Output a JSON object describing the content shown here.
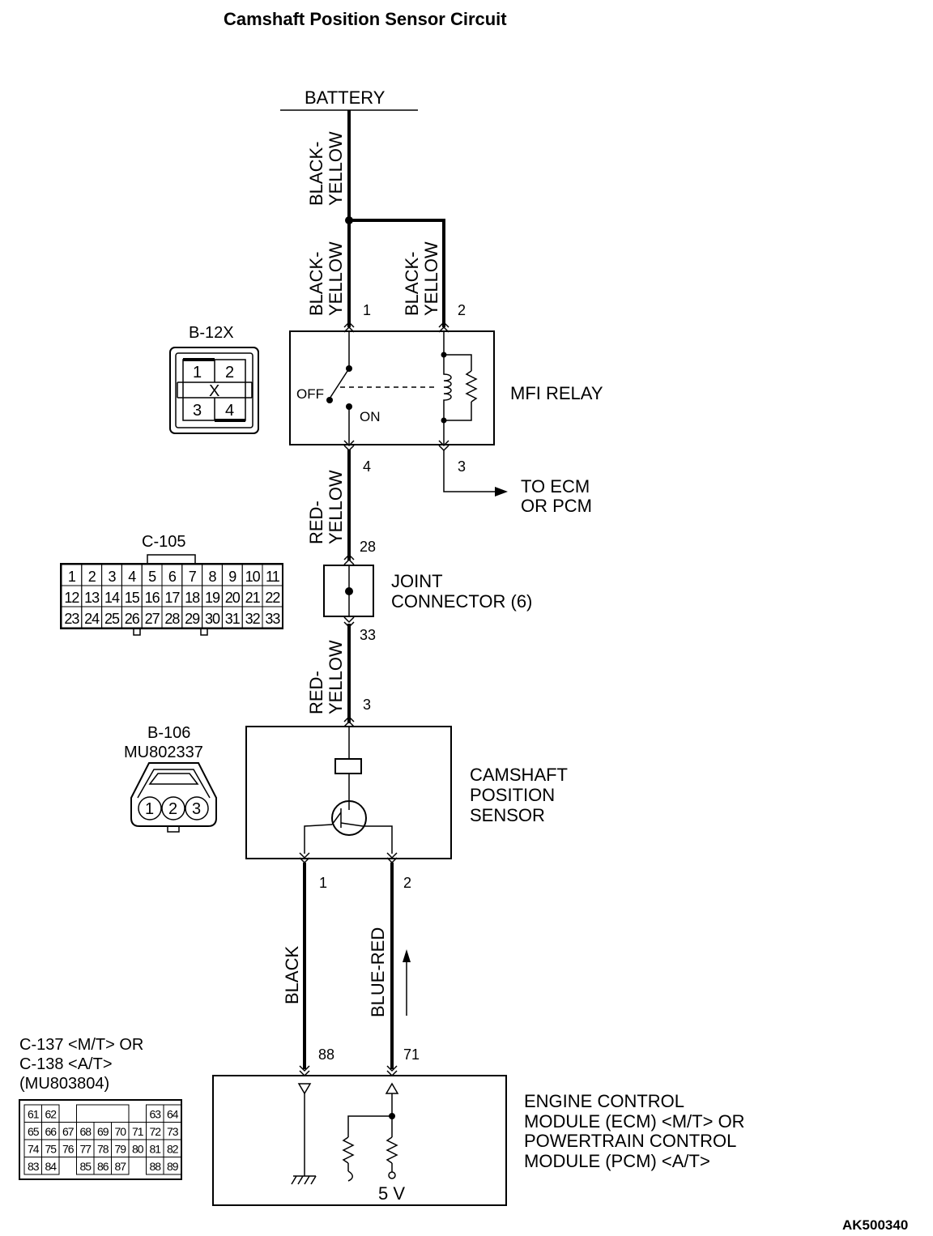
{
  "title": "Camshaft Position Sensor Circuit",
  "doc_code": "AK500340",
  "battery_label": "BATTERY",
  "wires": {
    "battery_feed": [
      "BLACK-",
      "YELLOW"
    ],
    "relay_pin1": [
      "BLACK-",
      "YELLOW"
    ],
    "relay_pin2": [
      "BLACK-",
      "YELLOW"
    ],
    "relay_to_joint": [
      "RED-",
      "YELLOW"
    ],
    "joint_to_sensor": [
      "RED-",
      "YELLOW"
    ],
    "sensor_ground": "BLACK",
    "sensor_signal": "BLUE-RED"
  },
  "pins": {
    "relay_1": "1",
    "relay_2": "2",
    "relay_4": "4",
    "relay_3": "3",
    "joint_in": "28",
    "joint_out": "33",
    "sensor_3": "3",
    "sensor_1": "1",
    "sensor_2": "2",
    "ecm_88": "88",
    "ecm_71": "71"
  },
  "relay": {
    "label": "MFI RELAY",
    "off_label": "OFF",
    "on_label": "ON",
    "to_ecm": [
      "TO ECM",
      "OR PCM"
    ]
  },
  "joint_connector": [
    "JOINT",
    "CONNECTOR (6)"
  ],
  "sensor_label": [
    "CAMSHAFT",
    "POSITION",
    "SENSOR"
  ],
  "ecm_label": [
    "ENGINE CONTROL",
    "MODULE (ECM) <M/T> OR",
    "POWERTRAIN CONTROL",
    "MODULE (PCM) <A/T>"
  ],
  "ecm_voltage": "5 V",
  "connectors": {
    "b12x": {
      "name": "B-12X",
      "pins": [
        "1",
        "2",
        "3",
        "4"
      ],
      "center_mark": "X"
    },
    "c105": {
      "name": "C-105",
      "rows": [
        [
          "1",
          "2",
          "3",
          "4",
          "5",
          "6",
          "7",
          "8",
          "9",
          "10",
          "11"
        ],
        [
          "12",
          "13",
          "14",
          "15",
          "16",
          "17",
          "18",
          "19",
          "20",
          "21",
          "22"
        ],
        [
          "23",
          "24",
          "25",
          "26",
          "27",
          "28",
          "29",
          "30",
          "31",
          "32",
          "33"
        ]
      ]
    },
    "b106": {
      "name": "B-106",
      "part": "MU802337",
      "pins": [
        "1",
        "2",
        "3"
      ]
    },
    "c137": {
      "name_lines": [
        "C-137 <M/T> OR",
        "C-138 <A/T>",
        "(MU803804)"
      ],
      "row1_left": [
        "61",
        "62"
      ],
      "row1_right": [
        "63",
        "64"
      ],
      "row2": [
        "65",
        "66",
        "67",
        "68",
        "69",
        "70",
        "71",
        "72",
        "73"
      ],
      "row3": [
        "74",
        "75",
        "76",
        "77",
        "78",
        "79",
        "80",
        "81",
        "82"
      ],
      "row4_left": [
        "83",
        "84"
      ],
      "row4_right": [
        "85",
        "86",
        "87"
      ],
      "row4_end": [
        "88",
        "89"
      ]
    }
  }
}
